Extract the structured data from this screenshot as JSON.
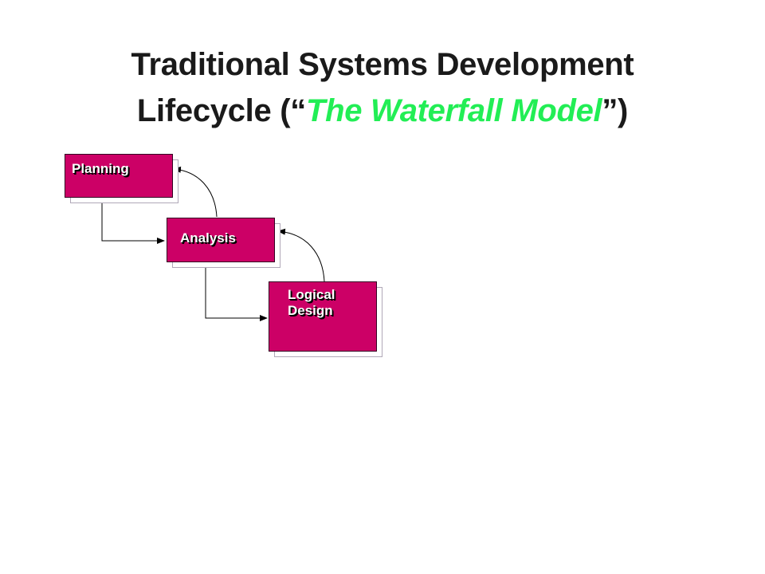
{
  "title": {
    "line1": "Traditional Systems Development",
    "line2_prefix": "Lifecycle (“",
    "line2_accent": "The Waterfall Model",
    "line2_suffix": "”)"
  },
  "phases": [
    {
      "label": "Planning"
    },
    {
      "label": "Analysis"
    },
    {
      "label_line1": "Logical",
      "label_line2": "Design"
    }
  ],
  "colors": {
    "box_fill": "#cc0066",
    "accent": "#22ee55",
    "title_text": "#1a1a1a"
  }
}
